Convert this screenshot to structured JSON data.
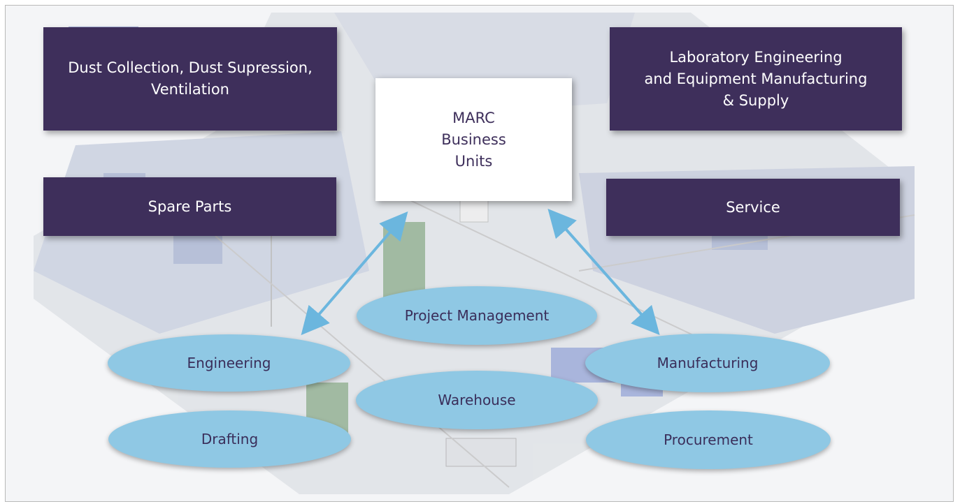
{
  "center": {
    "label": "MARC\nBusiness\nUnits"
  },
  "business_units": {
    "dust": "Dust Collection, Dust Supression,\nVentilation",
    "lab": "Laboratory Engineering\nand Equipment Manufacturing\n& Supply",
    "spare_parts": "Spare Parts",
    "service": "Service"
  },
  "departments": {
    "project_management": "Project Management",
    "engineering": "Engineering",
    "manufacturing": "Manufacturing",
    "warehouse": "Warehouse",
    "drafting": "Drafting",
    "procurement": "Procurement"
  },
  "colors": {
    "box_fill": "#3e2f5b",
    "ellipse_fill": "#8fc8e4",
    "arrow": "#6bb6de"
  }
}
